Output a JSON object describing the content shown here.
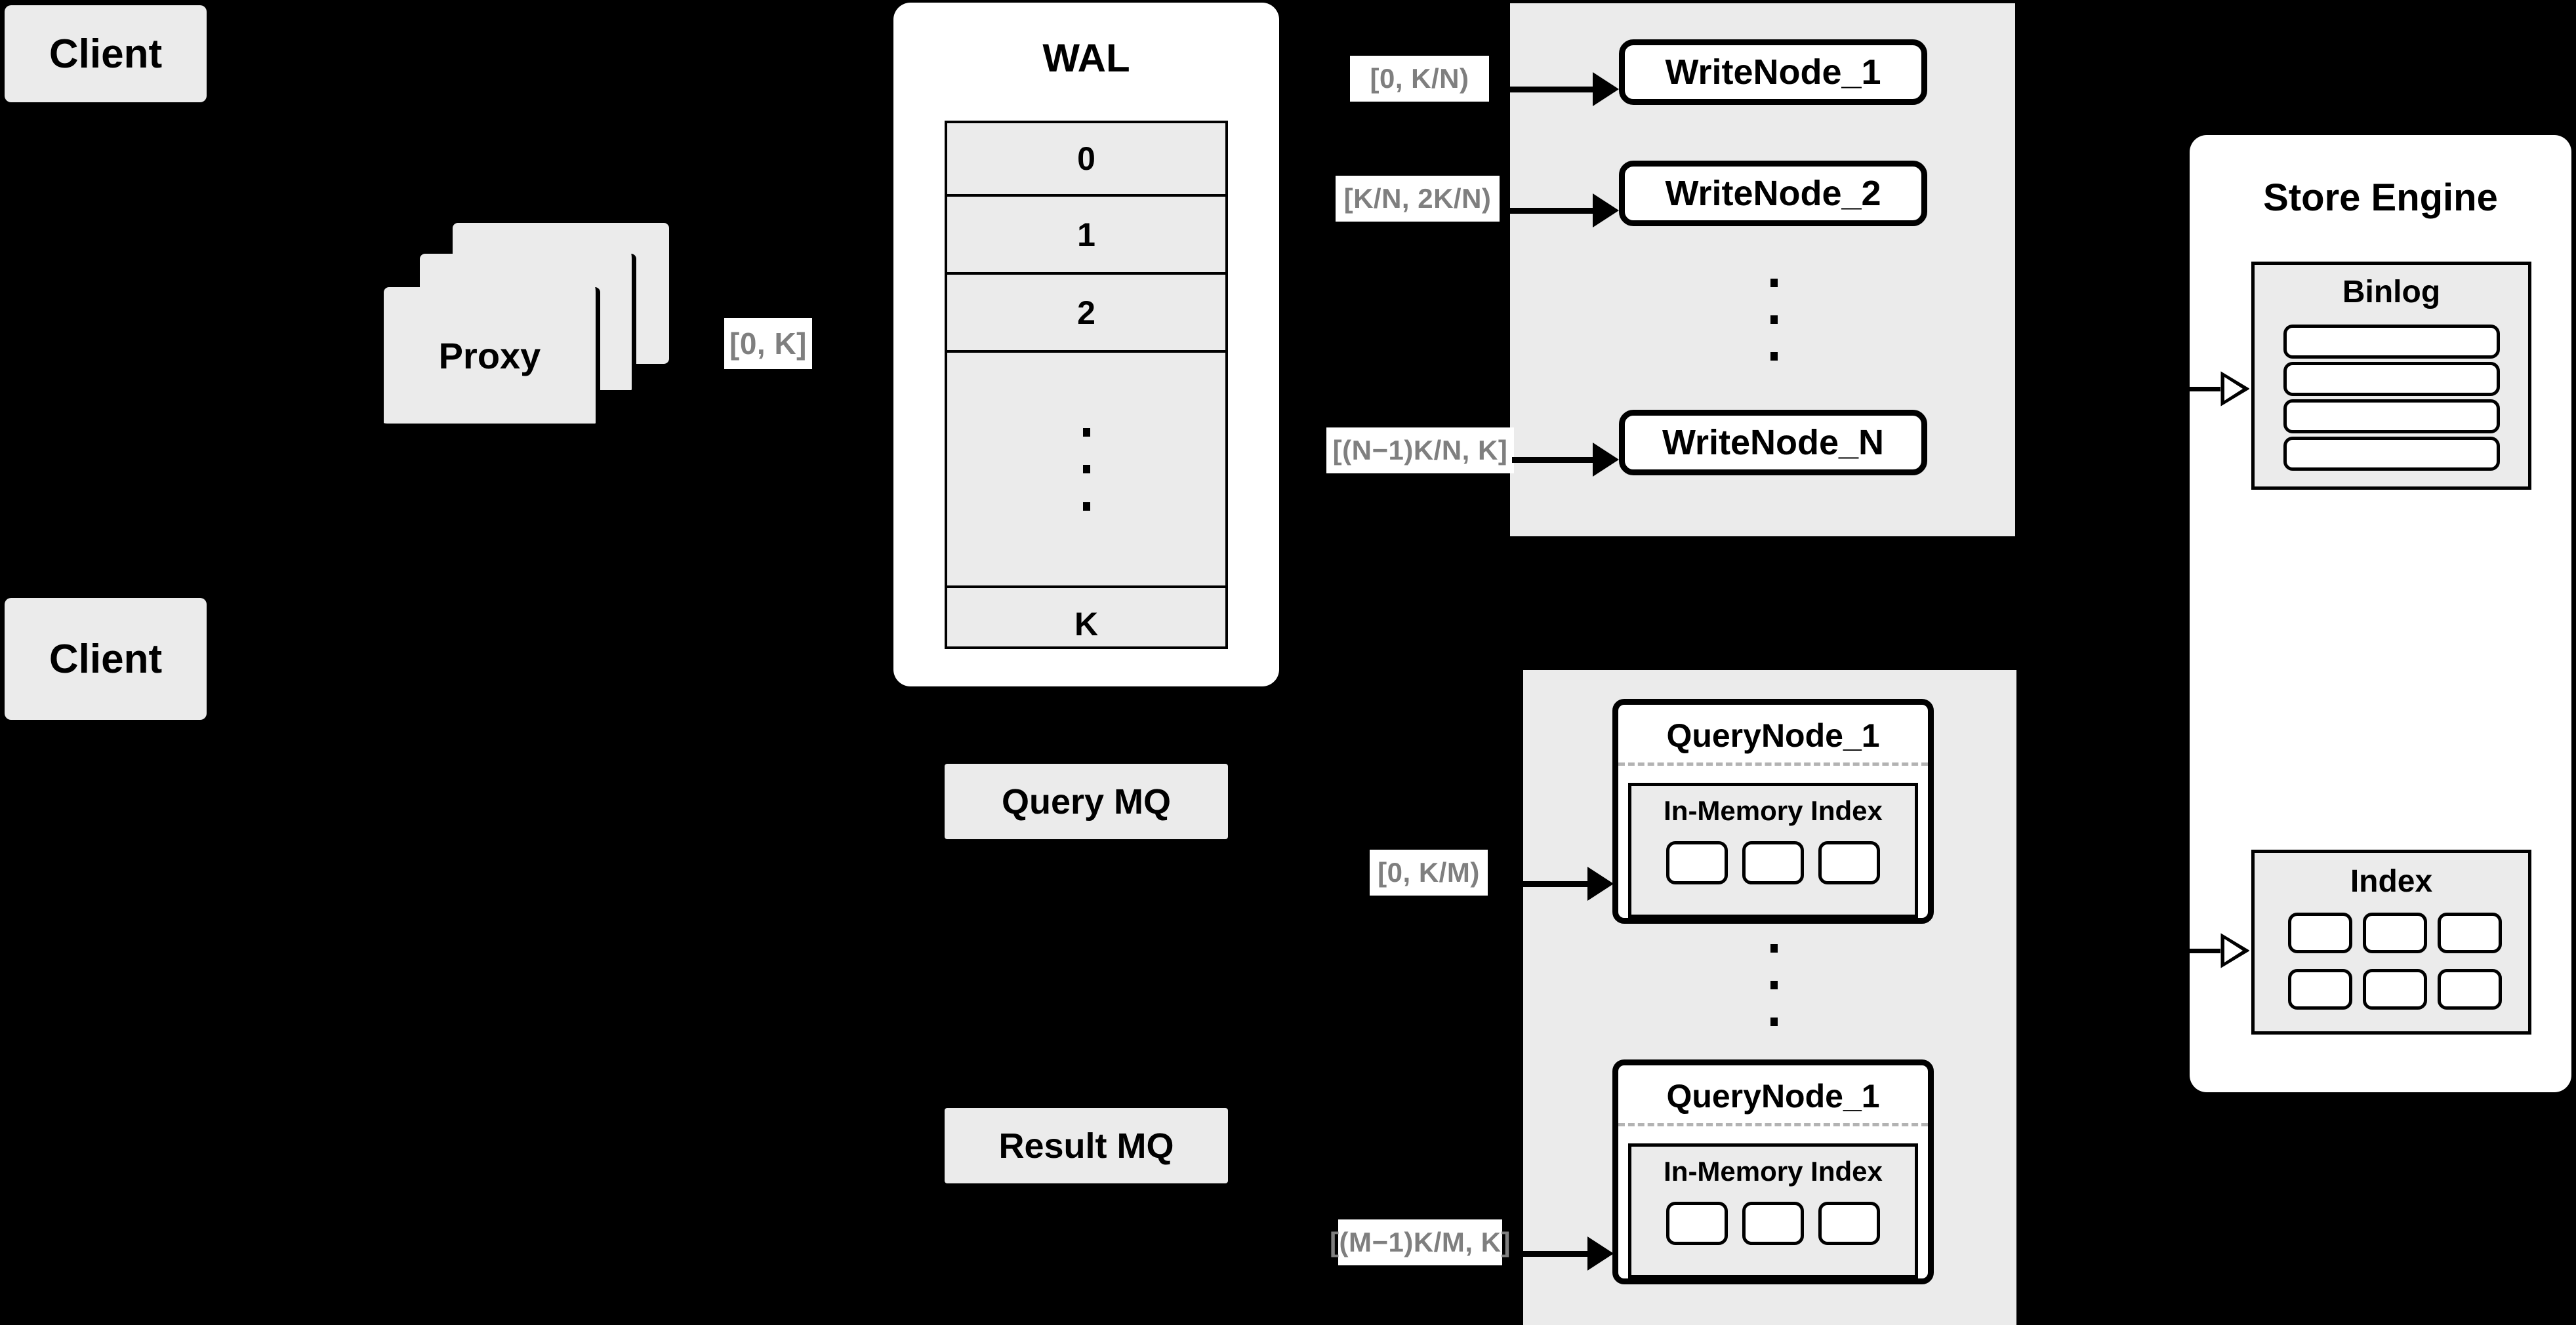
{
  "diagram": {
    "title": "Distributed write/query architecture",
    "background_color": "#000000",
    "node_fill": "#ebebeb",
    "node_white": "#ffffff",
    "label_text_color": "#7f7f7f"
  },
  "clients": [
    {
      "label": "Client"
    },
    {
      "label": "Client"
    }
  ],
  "proxy": {
    "label": "Proxy",
    "stack_count": 3
  },
  "proxy_edge_label": {
    "text": "[0, K]"
  },
  "wal": {
    "title": "WAL",
    "rows": [
      "0",
      "1",
      "2",
      "",
      "K"
    ],
    "ellipsis_row_index": 3,
    "ellipsis_dots": 3
  },
  "write_cluster": {
    "nodes": [
      {
        "label": "WriteNode_1",
        "edge_label": "[0,  K/N)"
      },
      {
        "label": "WriteNode_2",
        "edge_label": "[K/N, 2K/N)"
      },
      {
        "label": "WriteNode_N",
        "edge_label": "[(N−1)K/N,  K]"
      }
    ],
    "ellipsis_dots": 3
  },
  "query_mq": {
    "label": "Query MQ"
  },
  "result_mq": {
    "label": "Result MQ"
  },
  "query_cluster": {
    "nodes": [
      {
        "label": "QueryNode_1",
        "edge_label": "[0, K/M)",
        "inner": {
          "title": "In-Memory Index",
          "slot_count": 3
        }
      },
      {
        "label": "QueryNode_1",
        "edge_label": "[(M−1)K/M, K]",
        "inner": {
          "title": "In-Memory Index",
          "slot_count": 3
        }
      }
    ],
    "ellipsis_dots": 3
  },
  "store_engine": {
    "title": "Store Engine",
    "binlog": {
      "title": "Binlog",
      "line_count": 4
    },
    "index": {
      "title": "Index",
      "slot_count": 6,
      "columns": 3
    }
  }
}
